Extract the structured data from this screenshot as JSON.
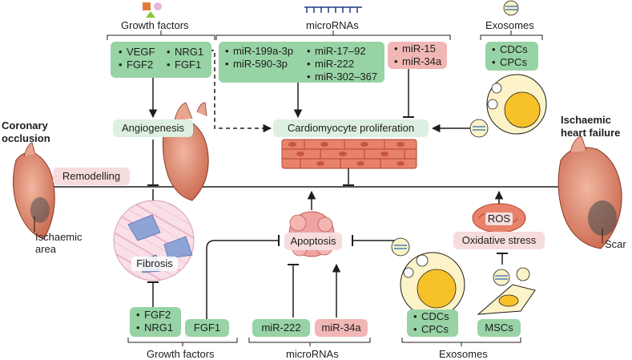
{
  "top": {
    "growth_factors": {
      "title": "Growth factors",
      "items_left": [
        "VEGF",
        "FGF2"
      ],
      "items_right": [
        "NRG1",
        "FGF1"
      ]
    },
    "micrornas": {
      "title": "microRNAs",
      "col1": [
        "miR-199a-3p",
        "miR-590-3p"
      ],
      "col2": [
        "miR-17–92",
        "miR-222",
        "miR-302–367"
      ],
      "inhibit": [
        "miR-15",
        "miR-34a"
      ]
    },
    "exosomes": {
      "title": "Exosomes",
      "items": [
        "CDCs",
        "CPCs"
      ]
    }
  },
  "center": {
    "angiogenesis": "Angiogenesis",
    "proliferation": "Cardiomyocyte proliferation",
    "remodelling": "Remodelling",
    "apoptosis": "Apoptosis",
    "fibrosis": "Fibrosis",
    "ros": "ROS",
    "oxidative_stress": "Oxidative stress"
  },
  "left": {
    "title_line1": "Coronary",
    "title_line2": "occlusion",
    "area_line1": "Ischaemic",
    "area_line2": "area"
  },
  "right": {
    "title_line1": "Ischaemic",
    "title_line2": "heart failure",
    "scar": "Scar"
  },
  "bottom": {
    "growth_factors": {
      "title": "Growth factors",
      "items": [
        "FGF2",
        "NRG1"
      ],
      "single": "FGF1"
    },
    "micrornas": {
      "title": "microRNAs",
      "protect": "miR-222",
      "inhibit": "miR-34a"
    },
    "exosomes": {
      "title": "Exosomes",
      "items": [
        "CDCs",
        "CPCs"
      ],
      "msc": "MSCs"
    }
  },
  "colors": {
    "green": "#97d3a4",
    "pink": "#f1b7b5",
    "light_green": "#dcefe0",
    "light_pink": "#f6dcdc",
    "line": "#1d1d1b"
  }
}
